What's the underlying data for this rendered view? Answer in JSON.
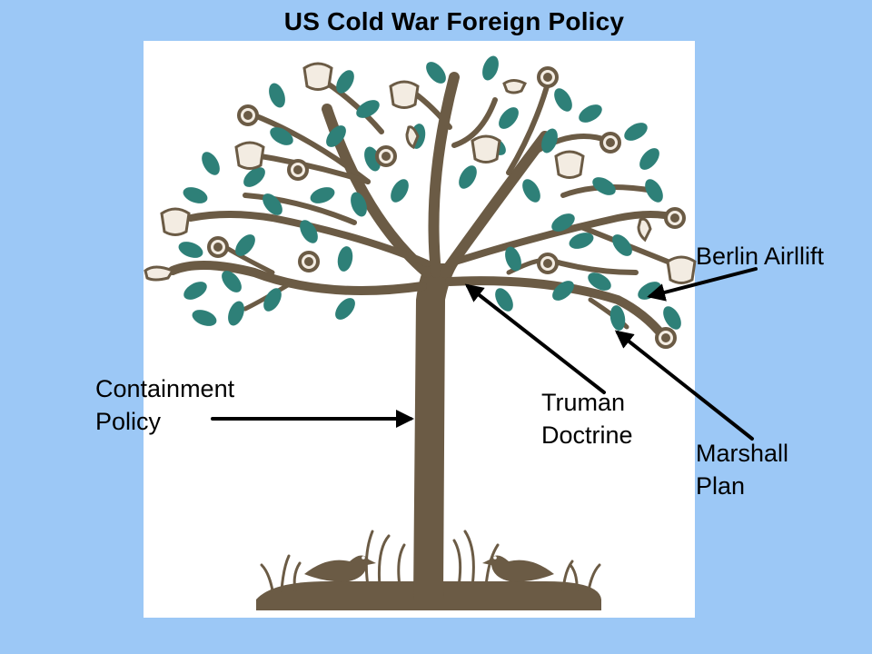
{
  "title": "US Cold War Foreign Policy",
  "labels": {
    "containment": [
      "Containment",
      "Policy"
    ],
    "truman": [
      "Truman",
      "Doctrine"
    ],
    "marshall": [
      "Marshall",
      "Plan"
    ],
    "berlin": "Berlin Airllift"
  },
  "illustration": {
    "subject": "tree-with-leaves-flowers-and-birds",
    "colors": {
      "background": "#9cc8f6",
      "panel": "#ffffff",
      "trunk": "#6b5b45",
      "leaf": "#2e8078",
      "flower_outline": "#6b5b45",
      "flower_fill": "#f3ece2",
      "arrow": "#000000"
    }
  }
}
